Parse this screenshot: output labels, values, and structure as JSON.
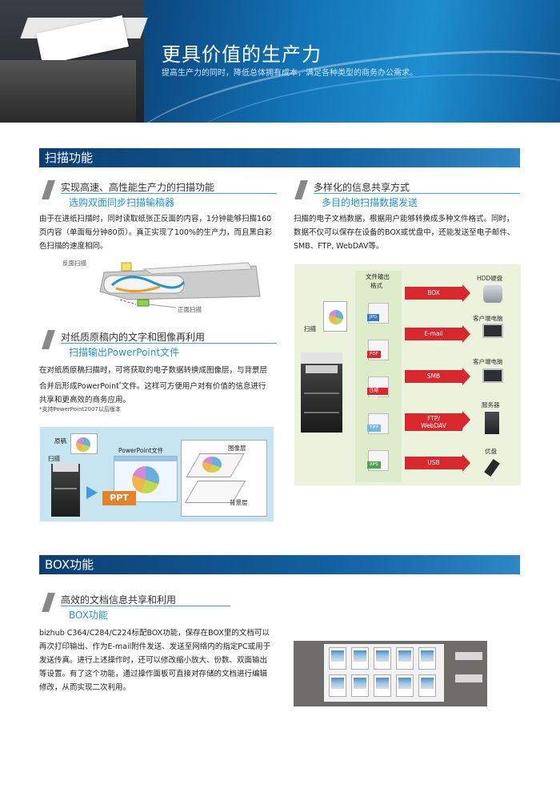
{
  "header": {
    "title": "更具价值的生产力",
    "subtitle": "提高生产力的同时，降低总体拥有成本，满足各种类型的商务办公需求。"
  },
  "scan": {
    "section_title": "扫描功能",
    "left1": {
      "title": "实现高速、高性能生产力的扫描功能",
      "subtitle": "选购双面同步扫描输稿器",
      "text1": "由于在进纸扫描时，同时读取纸张正反面的内容，1分钟能够扫描160",
      "text2": "页内容（单面每分钟80页）。真正实现了100%的生产力，而且黑白彩",
      "text3": "色扫描的速度相同。",
      "label_back": "反面扫描",
      "label_front": "正面扫描"
    },
    "left2": {
      "title": "对纸质原稿内的文字和图像再利用",
      "subtitle": "扫描输出PowerPoint文件",
      "text1": "在对纸质原稿扫描时，可将获取的电子数据转换成图像层，与背景层",
      "text2": "合并后形成PowerPoint",
      "text2b": "文件。这样可方便用户对有价值的信息进行",
      "text3": "共享和更高效的商务应用。",
      "note": "支持PowerPoint2007以后版本",
      "label_original": "原稿",
      "label_scan": "扫描",
      "label_pptfile": "PowerPoint文件",
      "label_image_layer": "图像层",
      "label_bg_layer": "背景层",
      "ppt_tag": "PPT"
    },
    "right": {
      "title": "多样化的信息共享方式",
      "subtitle": "多目的地扫描数据发送",
      "text1": "扫描的电子文档数据，根据用户能够转换成多种文件格式。同时，",
      "text2": "数据不仅可以保存在设备的BOX或优盘中，还能发送至电子邮件、",
      "text3": "SMB、FTP, WebDAV等。",
      "label_format_1": "文件输出",
      "label_format_2": "格式",
      "label_scan": "扫描",
      "formats": [
        "JPG",
        "PDF",
        "压缩PDF",
        "TIFF",
        "XPS"
      ],
      "arrows": [
        "BOX",
        "E-mail",
        "SMB",
        "FTP/\nWebDAV",
        "USB"
      ],
      "destinations": [
        "HDD硬盘",
        "客户端电脑",
        "客户端电脑",
        "服务器",
        "优盘"
      ]
    }
  },
  "box": {
    "section_title": "BOX功能",
    "title": "高效的文档信息共享和利用",
    "subtitle": "BOX功能",
    "text1": "bizhub C364/C284/C224标配BOX功能，保存在BOX里的文档可以",
    "text2": "再次打印输出、作为E-mail附件发送、发送至网络内的指定PC或用于",
    "text3": "发送传真。进行上述操作时，还可以修改缩小放大、份数、双面输出",
    "text4": "等设置。有了这个功能，通过操作面板可直接对存储的文档进行编辑",
    "text5": "修改，从而实现二次利用。"
  },
  "colors": {
    "accent": "#1f95cf",
    "section_bar": "#12609f",
    "arrow_red": "#d9272e",
    "share_bg": "#ecf3dd",
    "ppt_bg": "#c7e4f1"
  }
}
